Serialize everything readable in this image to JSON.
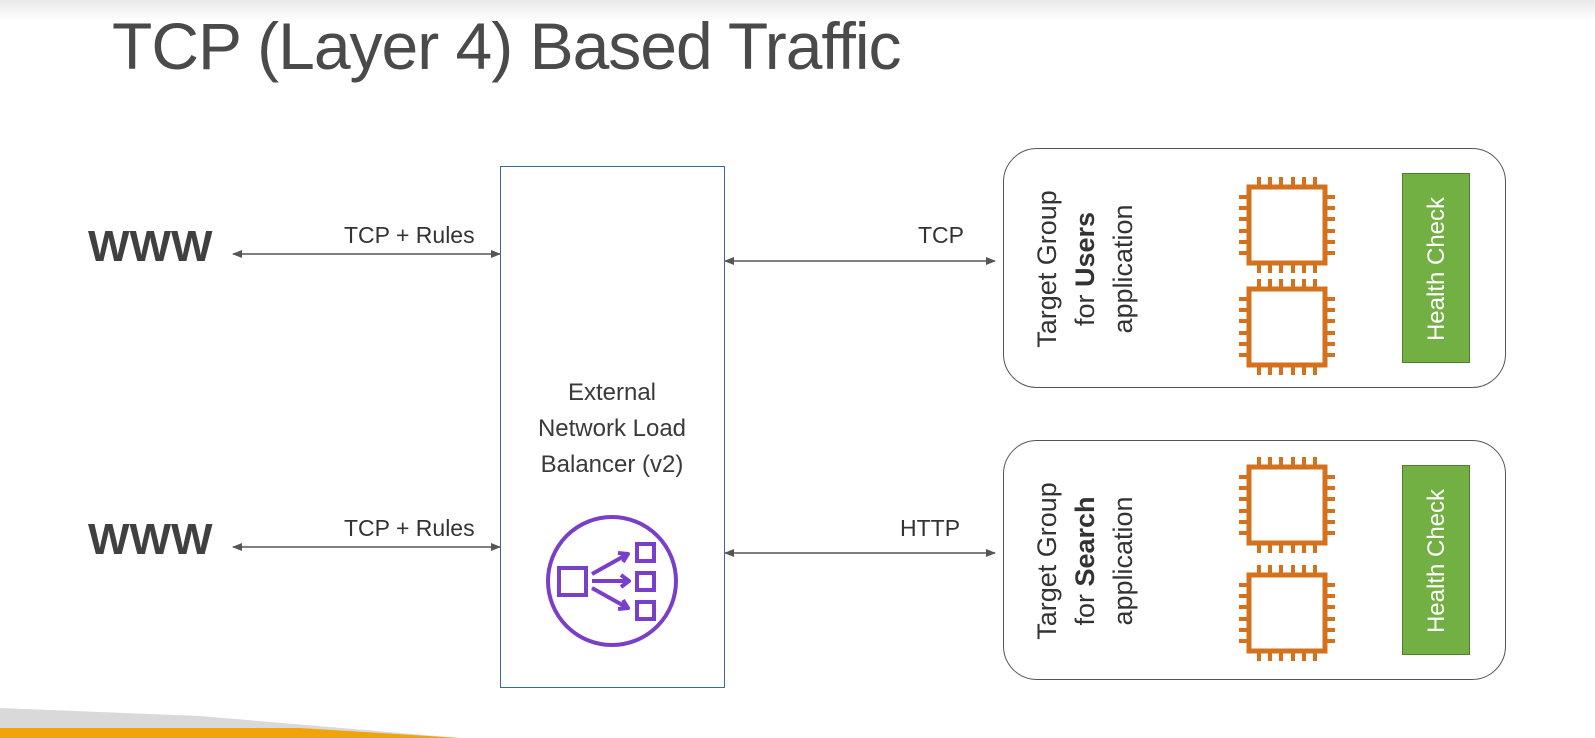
{
  "title": "TCP (Layer 4) Based Traffic",
  "clients": [
    {
      "label": "WWW",
      "edge_label": "TCP + Rules"
    },
    {
      "label": "WWW",
      "edge_label": "TCP + Rules"
    }
  ],
  "load_balancer": {
    "lines": [
      "External",
      "Network Load",
      "Balancer (v2)"
    ],
    "icon": "network-load-balancer-icon",
    "color": "#7a3fc8"
  },
  "target_groups": [
    {
      "edge_label": "TCP",
      "line1": "Target Group",
      "line2_prefix": "for ",
      "line2_bold": "Users",
      "line3": "application",
      "health_check": "Health Check",
      "icons": [
        "ec2-instance-icon",
        "ec2-instance-icon"
      ]
    },
    {
      "edge_label": "HTTP",
      "line1": "Target Group",
      "line2_prefix": "for ",
      "line2_bold": "Search",
      "line3": "application",
      "health_check": "Health Check",
      "icons": [
        "ec2-instance-icon",
        "ec2-instance-icon"
      ]
    }
  ],
  "colors": {
    "chip": "#d4711c",
    "health_check": "#72b043",
    "nlb_border": "#3a6a9a"
  }
}
